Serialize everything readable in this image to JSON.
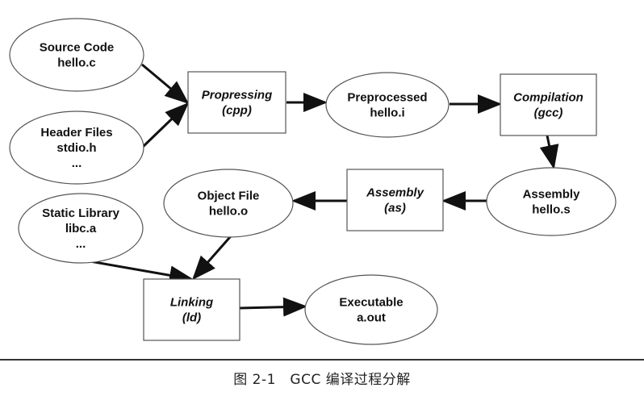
{
  "diagram": {
    "files": {
      "source": {
        "lines": [
          "Source Code",
          "hello.c"
        ]
      },
      "header": {
        "lines": [
          "Header Files",
          "stdio.h",
          "..."
        ]
      },
      "preprocessed": {
        "lines": [
          "Preprocessed",
          "hello.i"
        ]
      },
      "assembly_file": {
        "lines": [
          "Assembly",
          "hello.s"
        ]
      },
      "object": {
        "lines": [
          "Object File",
          "hello.o"
        ]
      },
      "static_lib": {
        "lines": [
          "Static Library",
          "libc.a",
          "..."
        ]
      },
      "executable": {
        "lines": [
          "Executable",
          "a.out"
        ]
      }
    },
    "processes": {
      "preprocessing": {
        "lines": [
          "Propressing",
          "(cpp)"
        ]
      },
      "compilation": {
        "lines": [
          "Compilation",
          "(gcc)"
        ]
      },
      "assembly": {
        "lines": [
          "Assembly",
          "(as)"
        ]
      },
      "linking": {
        "lines": [
          "Linking",
          "(ld)"
        ]
      }
    },
    "edges": [
      [
        "source",
        "preprocessing"
      ],
      [
        "header",
        "preprocessing"
      ],
      [
        "preprocessing",
        "preprocessed"
      ],
      [
        "preprocessed",
        "compilation"
      ],
      [
        "compilation",
        "assembly_file"
      ],
      [
        "assembly_file",
        "assembly"
      ],
      [
        "assembly",
        "object"
      ],
      [
        "object",
        "linking"
      ],
      [
        "static_lib",
        "linking"
      ],
      [
        "linking",
        "executable"
      ]
    ]
  },
  "caption": "图 2-1　GCC 编译过程分解"
}
